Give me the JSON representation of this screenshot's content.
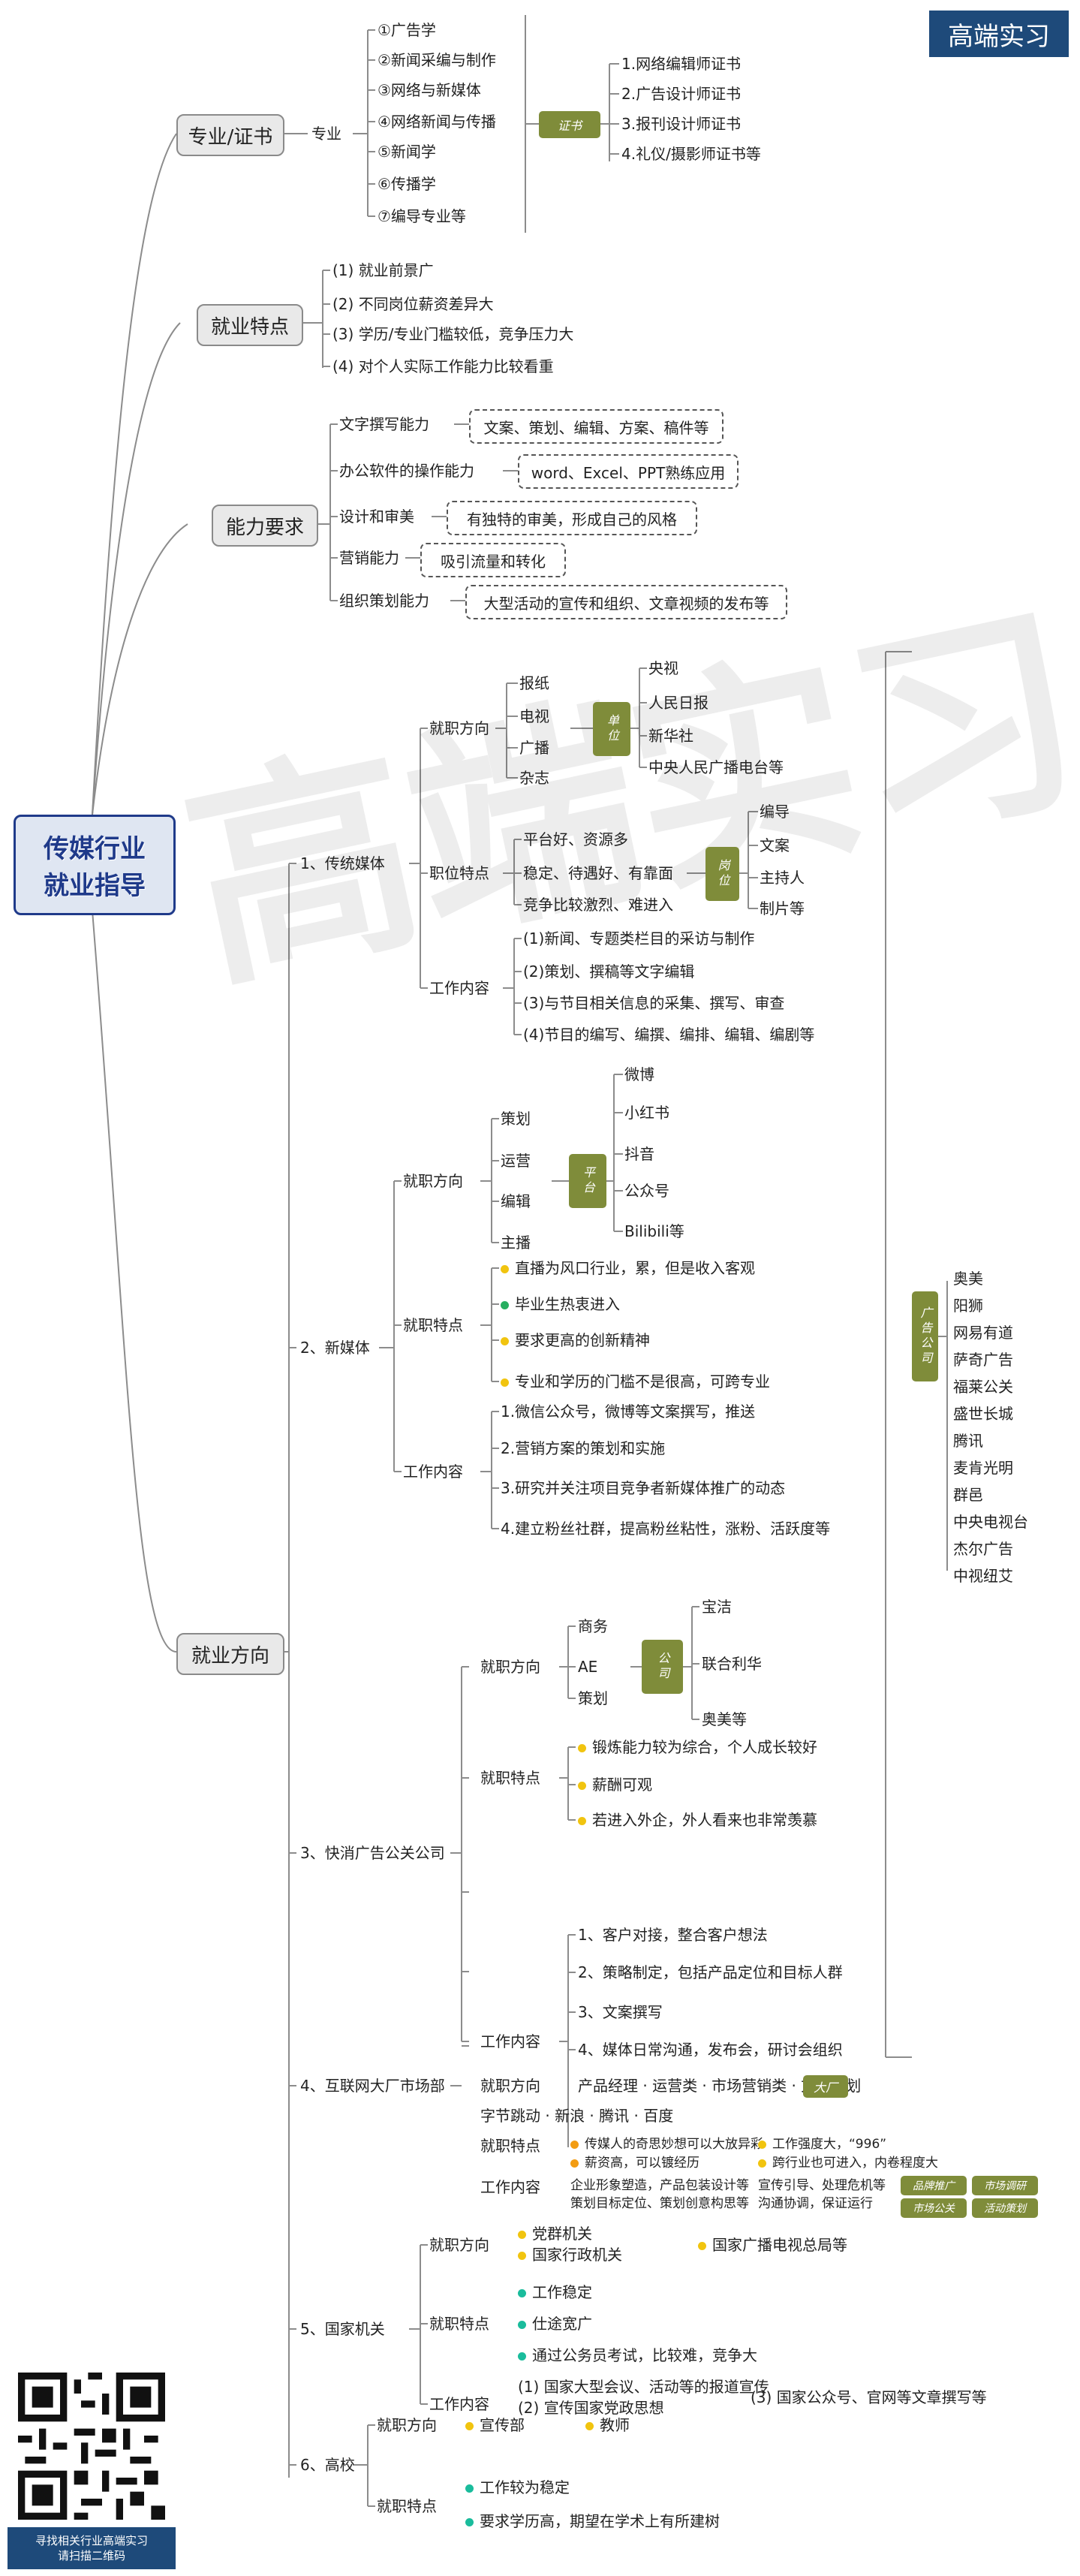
{
  "title": {
    "line1": "传媒行业",
    "line2": "就业指导"
  },
  "badge": "高端实习",
  "watermark": "高端实习",
  "qr_caption": {
    "line1": "寻找相关行业高端实习",
    "line2": "请扫描二维码"
  },
  "major": {
    "label": "专业/证书",
    "sub": "专业",
    "items": [
      "①广告学",
      "②新闻采编与制作",
      "③网络与新媒体",
      "④网络新闻与传播",
      "⑤新闻学",
      "⑥传播学",
      "⑦编导专业等"
    ],
    "tag": "证书",
    "certs": [
      "1.网络编辑师证书",
      "2.广告设计师证书",
      "3.报刊设计师证书",
      "4.礼仪/摄影师证书等"
    ]
  },
  "features": {
    "label": "就业特点",
    "items": [
      "(1)  就业前景广",
      "(2)  不同岗位薪资差异大",
      "(3)  学历/专业门槛较低，竞争压力大",
      "(4)  对个人实际工作能力比较看重"
    ]
  },
  "ability": {
    "label": "能力要求",
    "items": [
      {
        "k": "文字撰写能力",
        "v": "文案、策划、编辑、方案、稿件等"
      },
      {
        "k": "办公软件的操作能力",
        "v": "word、Excel、PPT熟练应用"
      },
      {
        "k": "设计和审美",
        "v": "有独特的审美，形成自己的风格"
      },
      {
        "k": "营销能力",
        "v": "吸引流量和转化"
      },
      {
        "k": "组织策划能力",
        "v": "大型活动的宣传和组织、文章视频的发布等"
      }
    ]
  },
  "direction": {
    "label": "就业方向",
    "tags": {
      "unit": "单位",
      "post": "岗位",
      "platform": "平台",
      "company": "公司",
      "bigco": "大厂",
      "brand": "品牌推广",
      "market": "市场调研",
      "pr": "市场公关",
      "ops": "活动策划",
      "agency": "广告公司"
    },
    "s1": {
      "label": "1、传统媒体",
      "dir": "就职方向",
      "media": [
        "报纸",
        "电视",
        "广播",
        "杂志"
      ],
      "units": [
        "央视",
        "人民日报",
        "新华社",
        "中央人民广播电台等"
      ],
      "feat": "职位特点",
      "feats": [
        "平台好、资源多",
        "稳定、待遇好、有靠面",
        "竞争比较激烈、难进入"
      ],
      "posts": [
        "编导",
        "文案",
        "主持人",
        "制片等"
      ],
      "work": "工作内容",
      "works": [
        "(1)新闻、专题类栏目的采访与制作",
        "(2)策划、撰稿等文字编辑",
        "(3)与节目相关信息的采集、撰写、审查",
        "(4)节目的编写、编撰、编排、编辑、编剧等"
      ]
    },
    "s2": {
      "label": "2、新媒体",
      "dir": "就职方向",
      "roles": [
        "策划",
        "运营",
        "编辑",
        "主播"
      ],
      "platforms": [
        "微博",
        "小红书",
        "抖音",
        "公众号",
        "Bilibili等"
      ],
      "feat": "就职特点",
      "feats": [
        "直播为风口行业，累，但是收入客观",
        "毕业生热衷进入",
        "要求更高的创新精神",
        "专业和学历的门槛不是很高，可跨专业"
      ],
      "work": "工作内容",
      "works": [
        "1.微信公众号，微博等文案撰写，推送",
        "2.营销方案的策划和实施",
        "3.研究并关注项目竞争者新媒体推广的动态",
        "4.建立粉丝社群，提高粉丝粘性，涨粉、活跃度等"
      ]
    },
    "s3": {
      "label": "3、快消广告公关公司",
      "dir": "就职方向",
      "roles": [
        "商务",
        "AE",
        "策划"
      ],
      "companies": [
        "宝洁",
        "联合利华",
        "奥美等"
      ],
      "feat": "就职特点",
      "feats": [
        "锻炼能力较为综合，个人成长较好",
        "薪酬可观",
        "若进入外企，外人看来也非常羡慕"
      ],
      "work": "工作内容",
      "works": [
        "1、客户对接，整合客户想法",
        "2、策略制定，包括产品定位和目标人群",
        "3、文案撰写",
        "4、媒体日常沟通，发布会，研讨会组织"
      ]
    },
    "s4": {
      "label": "4、互联网大厂市场部",
      "dir": "就职方向",
      "roles": [
        "产品经理",
        "运营类",
        "市场营销类",
        "文案策划"
      ],
      "bigcos": [
        "字节跳动",
        "新浪",
        "腾讯",
        "百度"
      ],
      "feat": "就职特点",
      "feats": [
        "传媒人的奇思妙想可以大放异彩",
        "薪资高，可以镀经历",
        "工作强度大，“996”",
        "跨行业也可进入，内卷程度大"
      ],
      "work": "工作内容",
      "works": [
        "企业形象塑造，产品包装设计等",
        "策划目标定位、策划创意构思等",
        "宣传引导、处理危机等",
        "沟通协调，保证运行"
      ]
    },
    "s5": {
      "label": "5、国家机关",
      "dir": "就职方向",
      "dirs": [
        "党群机关",
        "国家行政机关",
        "国家广播电视总局等"
      ],
      "feat": "就职特点",
      "feats": [
        "工作稳定",
        "仕途宽广",
        "通过公务员考试，比较难，竞争大"
      ],
      "work": "工作内容",
      "works": [
        "(1)  国家大型会议、活动等的报道宣传",
        "(2)  宣传国家党政思想",
        "(3)  国家公众号、官网等文章撰写等"
      ]
    },
    "s6": {
      "label": "6、高校",
      "dir": "就职方向",
      "dirs": [
        "宣传部",
        "教师"
      ],
      "feat": "就职特点",
      "feats": [
        "工作较为稳定",
        "要求学历高，期望在学术上有所建树"
      ]
    }
  },
  "agencies": [
    "奥美",
    "阳狮",
    "网易有道",
    "萨奇广告",
    "福莱公关",
    "盛世长城",
    "腾讯",
    "麦肯光明",
    "群邑",
    "中央电视台",
    "杰尔广告",
    "中视纽艾"
  ],
  "colors": {
    "accent": "#7f8c3a",
    "brand": "#1e4a7a",
    "title": "#1f3a8a"
  }
}
